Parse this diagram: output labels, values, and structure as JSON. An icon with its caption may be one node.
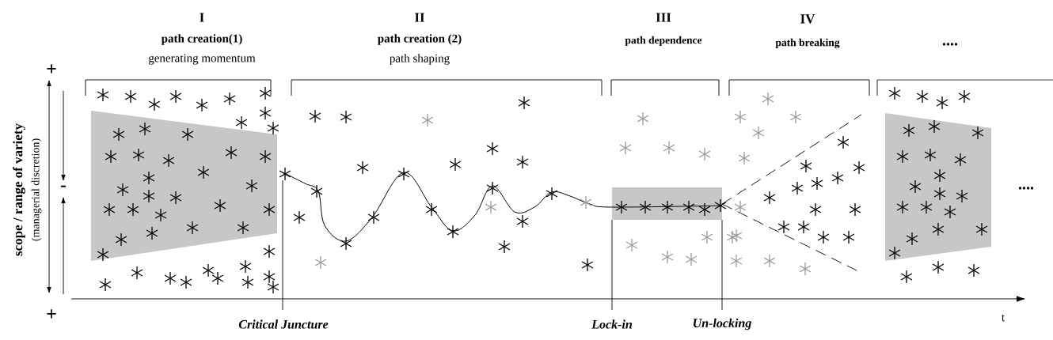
{
  "diagram": {
    "labels": [
      "I",
      "path creation(1)",
      "generating momentum",
      "II",
      "path creation (2)",
      "path shaping",
      "III",
      "path dependence",
      "IV",
      "path breaking",
      "....",
      "+",
      "scope / range of variety",
      "(managerial discretion)",
      "-",
      "....",
      "+",
      "t",
      "Critical Juncture",
      "Lock-in",
      "Un-locking"
    ]
  }
}
